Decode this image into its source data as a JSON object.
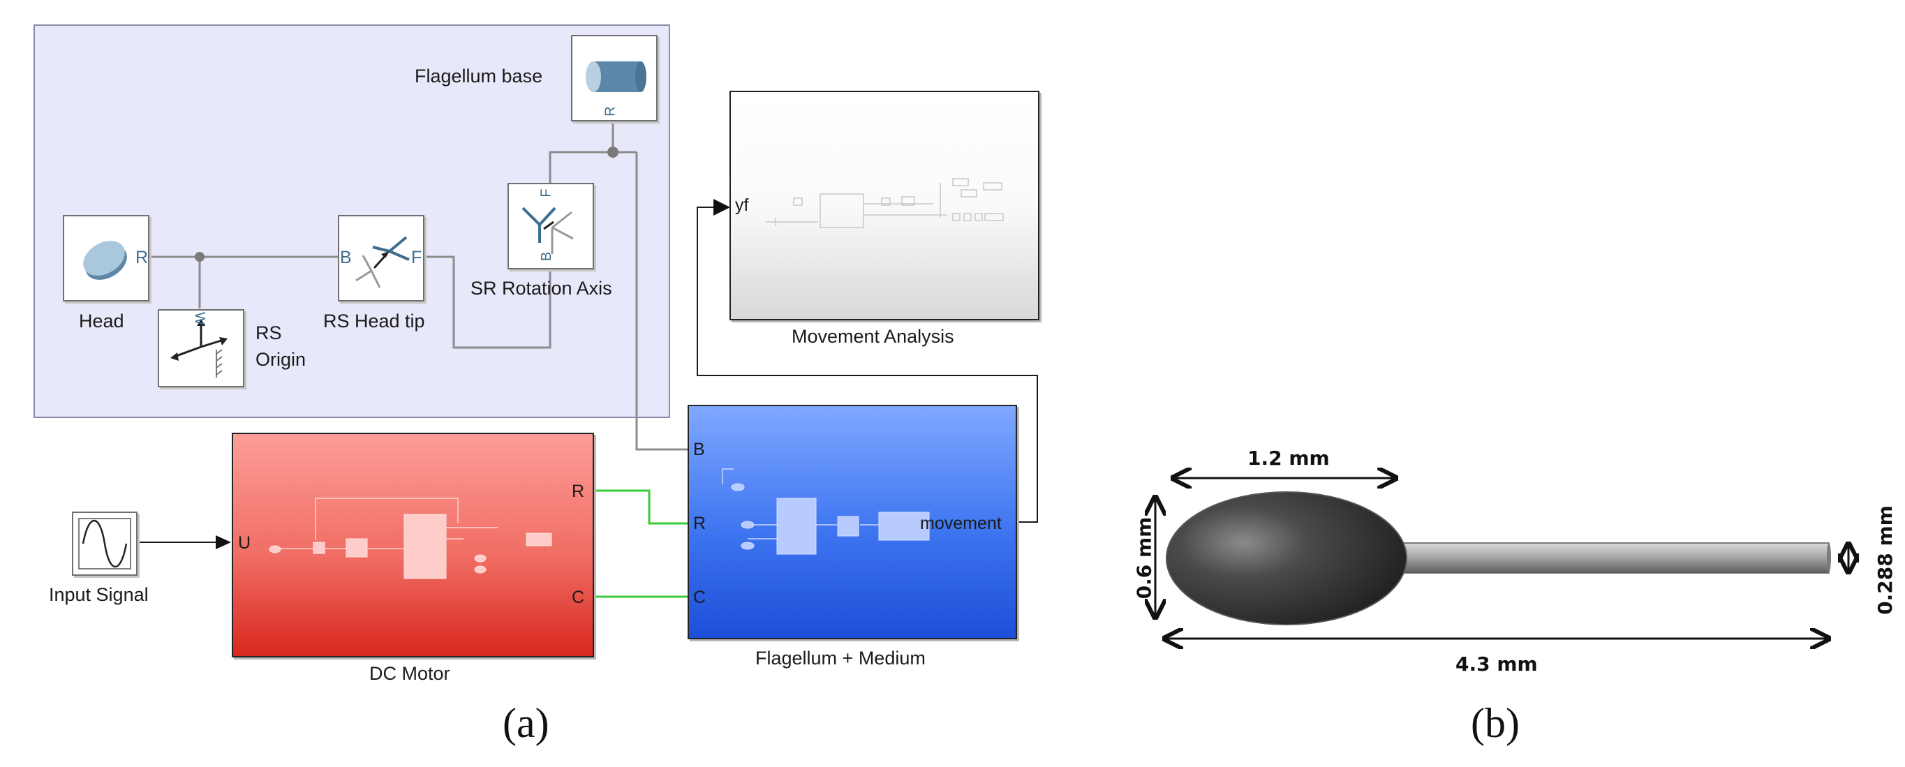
{
  "panel_a": {
    "caption": "(a)",
    "subsystem": {
      "head_label": "Head",
      "rs_origin_label_line1": "RS",
      "rs_origin_label_line2": "Origin",
      "rs_head_tip_label": "RS Head tip",
      "sr_rotation_axis_label": "SR Rotation Axis",
      "flagellum_base_label": "Flagellum base",
      "ports": {
        "head_R": "R",
        "rs_origin_W": "W",
        "head_tip_B": "B",
        "head_tip_F": "F",
        "rotation_F": "F",
        "rotation_B": "B",
        "flagellum_base_R": "R"
      }
    },
    "input_signal_label": "Input Signal",
    "dc_motor": {
      "label": "DC Motor",
      "port_U": "U",
      "port_R": "R",
      "port_C": "C",
      "color": "#e8423a"
    },
    "flagellum_medium": {
      "label": "Flagellum + Medium",
      "port_B": "B",
      "port_R": "R",
      "port_C": "C",
      "port_movement": "movement",
      "color": "#1f55dd"
    },
    "movement_analysis": {
      "label": "Movement Analysis",
      "port_yf": "yf"
    },
    "subsystem_bg": "#e8e8fb"
  },
  "panel_b": {
    "caption": "(b)",
    "dim_head_length": "1.2 mm",
    "dim_head_diameter": "0.6 mm",
    "dim_tail_diameter": "0.288 mm",
    "dim_total_length": "4.3 mm"
  }
}
